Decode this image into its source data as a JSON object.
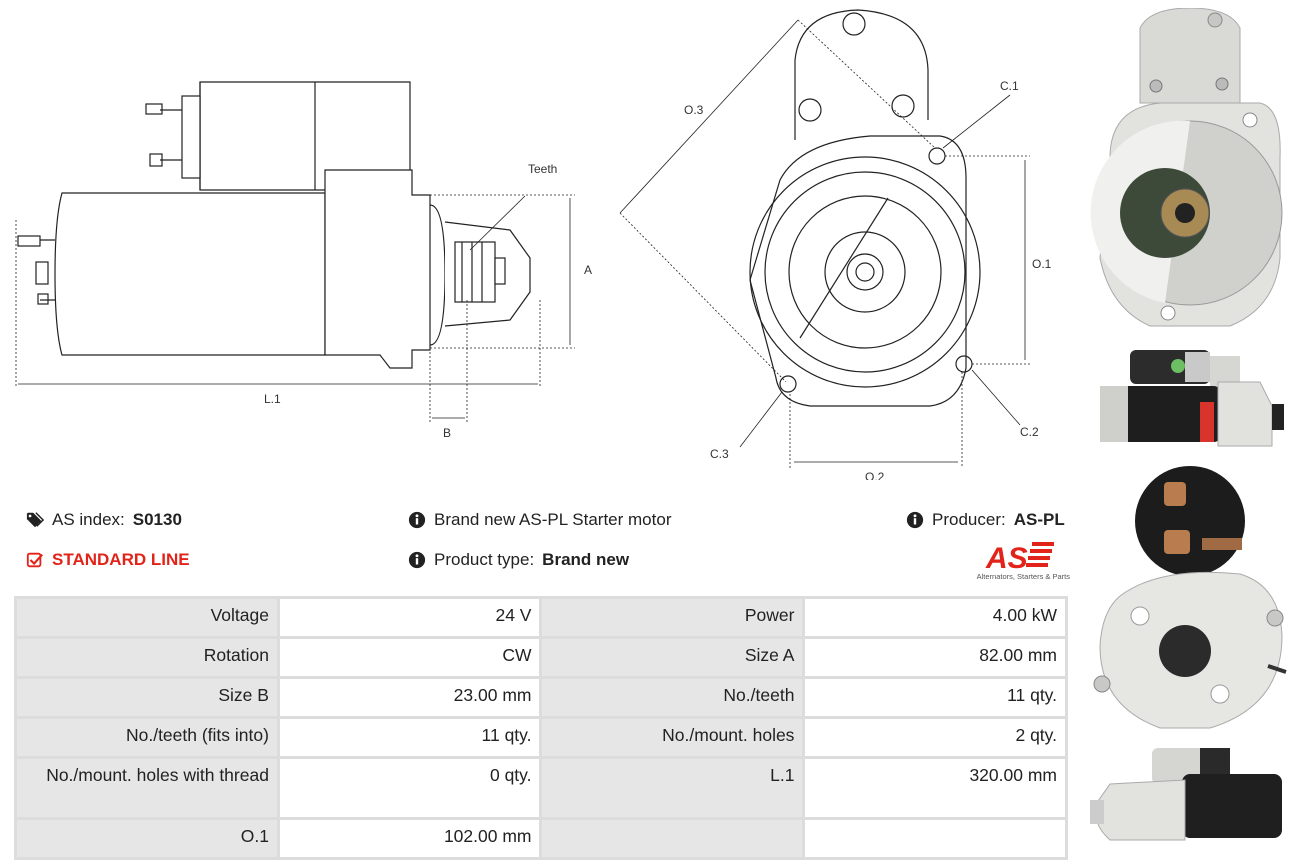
{
  "drawing": {
    "label_teeth": "Teeth",
    "label_a": "A",
    "label_b": "B",
    "label_l1": "L.1",
    "label_o1": "O.1",
    "label_o2": "O.2",
    "label_o3": "O.3",
    "label_c1": "C.1",
    "label_c2": "C.2",
    "label_c3": "C.3"
  },
  "info": {
    "as_index_label": "AS index:",
    "as_index_value": "S0130",
    "line": "STANDARD LINE",
    "description": "Brand new AS-PL Starter motor",
    "product_type_label": "Product type:",
    "product_type_value": "Brand new",
    "producer_label": "Producer:",
    "producer_value": "AS-PL"
  },
  "logo": {
    "text": "AS",
    "tagline": "Alternators, Starters & Parts",
    "color": "#e2231a"
  },
  "specs": [
    [
      "Voltage",
      "24 V",
      "Power",
      "4.00 kW"
    ],
    [
      "Rotation",
      "CW",
      "Size A",
      "82.00 mm"
    ],
    [
      "Size B",
      "23.00 mm",
      "No./teeth",
      "11 qty."
    ],
    [
      "No./teeth (fits into)",
      "11 qty.",
      "No./mount. holes",
      "2 qty."
    ],
    [
      "No./mount. holes with thread",
      "0 qty.",
      "L.1",
      "320.00 mm"
    ],
    [
      "O.1",
      "102.00 mm",
      "",
      ""
    ]
  ],
  "colors": {
    "accent_red": "#e2231a",
    "table_key_bg": "#e6e6e6",
    "table_border": "#dcdcdc"
  },
  "icons": [
    "tags-icon",
    "checkbox-icon",
    "info-circle-icon"
  ]
}
